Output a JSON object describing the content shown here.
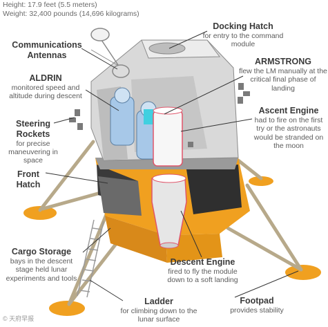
{
  "stats": {
    "height": "Height: 17.9 feet (5.5 meters)",
    "weight": "Weight: 32,400 pounds (14,696 kilograms)"
  },
  "labels": {
    "comm": {
      "title": "Communications Antennas"
    },
    "aldrin": {
      "title": "ALDRIN",
      "desc": "monitored speed and altitude during descent"
    },
    "steering": {
      "title": "Steering Rockets",
      "desc": "for precise maneuvering in space"
    },
    "front_hatch": {
      "title": "Front Hatch"
    },
    "cargo": {
      "title": "Cargo Storage",
      "desc": "bays in the descent stage held lunar experiments and tools"
    },
    "ladder": {
      "title": "Ladder",
      "desc": "for climbing down to the lunar surface"
    },
    "docking": {
      "title": "Docking Hatch",
      "desc": "for entry to the command module"
    },
    "armstrong": {
      "title": "ARMSTRONG",
      "desc": "flew the LM manually at the critical final phase of landing"
    },
    "ascent": {
      "title": "Ascent Engine",
      "desc": "had to fire on the first try or the astronauts would be stranded on the moon"
    },
    "descent": {
      "title": "Descent Engine",
      "desc": "fired to fly the module down to a soft landing"
    },
    "footpad": {
      "title": "Footpad",
      "desc": "provides stability"
    }
  },
  "watermark": "© 天府早报",
  "colors": {
    "gold": "#f0a020",
    "dark_gray": "#3a3a3a",
    "light_gray": "#d9d9d9",
    "leg": "#b7a98a",
    "engine_red": "#e0556a",
    "cyan": "#40d0e0",
    "suit_blue": "#a7c8e8"
  }
}
